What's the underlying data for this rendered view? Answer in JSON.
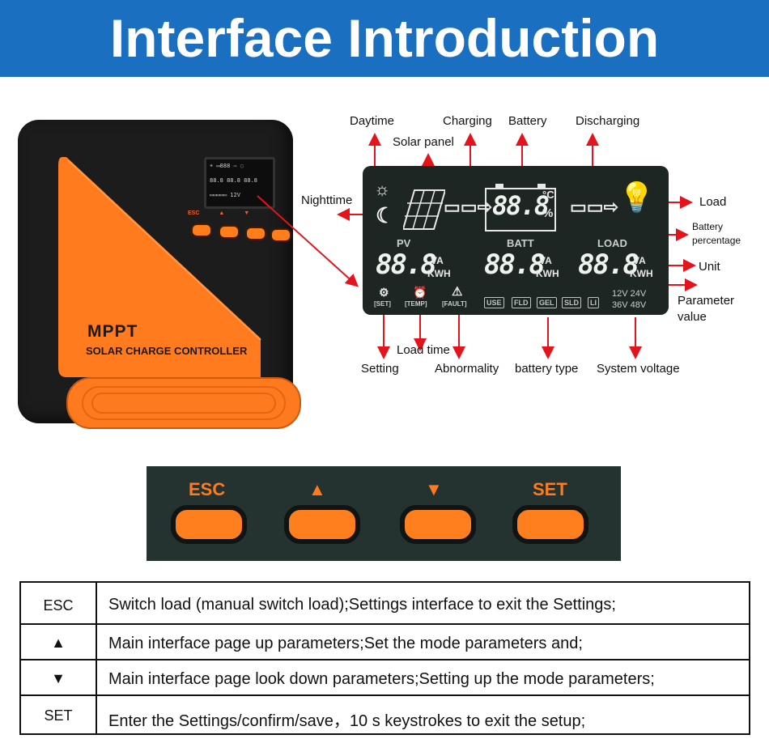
{
  "banner": {
    "title": "Interface Introduction"
  },
  "device": {
    "brand": "MPPT",
    "subtitle": "SOLAR CHARGE CONTROLLER",
    "mini_labels": [
      "ESC",
      "▲",
      "▼"
    ]
  },
  "lcd": {
    "pv_label": "PV",
    "batt_label": "BATT",
    "load_label": "LOAD",
    "seg_value": "88.8",
    "units_top": "VA",
    "units_bottom": "KWH",
    "temp_unit": "°C",
    "pct_unit": "%",
    "set_label": "[SET]",
    "temp_label": "[TEMP]",
    "fault_label": "[FAULT]",
    "battery_types": [
      "USE",
      "FLD",
      "GEL",
      "SLD",
      "LI"
    ],
    "voltages": [
      "12V 24V",
      "36V 48V"
    ]
  },
  "annotations": {
    "daytime": "Daytime",
    "solar_panel": "Solar panel",
    "charging": "Charging",
    "battery": "Battery",
    "discharging": "Discharging",
    "nighttime": "Nighttime",
    "load": "Load",
    "battery_percentage_1": "Battery",
    "battery_percentage_2": "percentage",
    "unit": "Unit",
    "parameter_value_1": "Parameter",
    "parameter_value_2": "value",
    "load_time": "Load time",
    "setting": "Setting",
    "abnormality": "Abnormality",
    "battery_type": "battery type",
    "system_voltage": "System voltage"
  },
  "buttons": [
    {
      "label": "ESC"
    },
    {
      "label": "▲"
    },
    {
      "label": "▼"
    },
    {
      "label": "SET"
    }
  ],
  "table": [
    {
      "key": "ESC",
      "desc": "Switch load (manual switch load);Settings interface to exit the Settings;"
    },
    {
      "key": "▲",
      "desc": "Main interface page up parameters;Set the mode parameters and;"
    },
    {
      "key": "▼",
      "desc": "Main interface page look down parameters;Setting up the mode parameters;"
    },
    {
      "key": "SET",
      "desc": "Enter the Settings/confirm/save，10 s keystrokes to exit the setup;"
    }
  ],
  "colors": {
    "banner": "#1a6fc0",
    "accent": "#ff7e1e",
    "arrow": "#e3141b",
    "lcd": "#1d2622"
  }
}
